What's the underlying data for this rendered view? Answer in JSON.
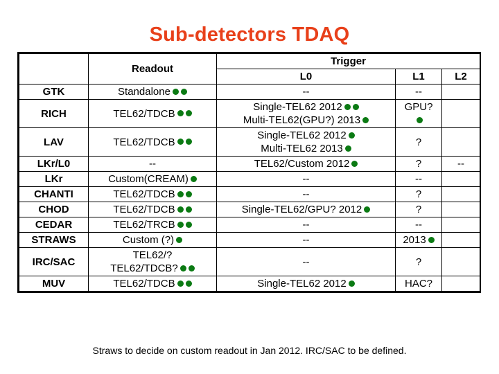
{
  "slide": {
    "title": "Sub-detectors TDAQ",
    "title_color": "#E8401A",
    "caption": "Straws to decide on custom readout in Jan 2012. IRC/SAC to be defined.",
    "dot_color": "#0B7A13"
  },
  "table": {
    "group_headers": {
      "corner": "",
      "readout": "Readout",
      "trigger": "Trigger"
    },
    "sub_headers": {
      "corner": "",
      "readout": "",
      "l0": "L0",
      "l1": "L1",
      "l2": "L2"
    },
    "rows": [
      {
        "name": "GTK",
        "readout": [
          {
            "text": "Standalone",
            "dots": 2
          }
        ],
        "l0": [
          {
            "text": "--",
            "dots": 0
          }
        ],
        "l1": [
          {
            "text": "--",
            "dots": 0
          }
        ],
        "l2": [
          {
            "text": "",
            "dots": 0
          }
        ]
      },
      {
        "name": "RICH",
        "readout": [
          {
            "text": "TEL62/TDCB",
            "dots": 2
          }
        ],
        "l0": [
          {
            "text": "Single-TEL62 2012",
            "dots": 2
          },
          {
            "text": "Multi-TEL62(GPU?) 2013",
            "dots": 1
          }
        ],
        "l1": [
          {
            "text": "GPU?",
            "dots": 0
          },
          {
            "text": "",
            "dots": 1
          }
        ],
        "l2": [
          {
            "text": "",
            "dots": 0
          }
        ]
      },
      {
        "name": "LAV",
        "readout": [
          {
            "text": "TEL62/TDCB",
            "dots": 2
          }
        ],
        "l0": [
          {
            "text": "Single-TEL62 2012",
            "dots": 1
          },
          {
            "text": "Multi-TEL62 2013",
            "dots": 1
          }
        ],
        "l1": [
          {
            "text": "?",
            "dots": 0
          }
        ],
        "l2": [
          {
            "text": "",
            "dots": 0
          }
        ]
      },
      {
        "name": "LKr/L0",
        "readout": [
          {
            "text": "--",
            "dots": 0
          }
        ],
        "l0": [
          {
            "text": "TEL62/Custom 2012",
            "dots": 1
          }
        ],
        "l1": [
          {
            "text": "?",
            "dots": 0
          }
        ],
        "l2": [
          {
            "text": "--",
            "dots": 0
          }
        ]
      },
      {
        "name": "LKr",
        "readout": [
          {
            "text": "Custom(CREAM)",
            "dots": 1
          }
        ],
        "l0": [
          {
            "text": "--",
            "dots": 0
          }
        ],
        "l1": [
          {
            "text": "--",
            "dots": 0
          }
        ],
        "l2": [
          {
            "text": "",
            "dots": 0
          }
        ]
      },
      {
        "name": "CHANTI",
        "readout": [
          {
            "text": "TEL62/TDCB",
            "dots": 2
          }
        ],
        "l0": [
          {
            "text": "--",
            "dots": 0
          }
        ],
        "l1": [
          {
            "text": "?",
            "dots": 0
          }
        ],
        "l2": [
          {
            "text": "",
            "dots": 0
          }
        ]
      },
      {
        "name": "CHOD",
        "readout": [
          {
            "text": "TEL62/TDCB",
            "dots": 2
          }
        ],
        "l0": [
          {
            "text": "Single-TEL62/GPU? 2012",
            "dots": 1
          }
        ],
        "l1": [
          {
            "text": "?",
            "dots": 0
          }
        ],
        "l2": [
          {
            "text": "",
            "dots": 0
          }
        ]
      },
      {
        "name": "CEDAR",
        "readout": [
          {
            "text": "TEL62/TRCB",
            "dots": 2
          }
        ],
        "l0": [
          {
            "text": "--",
            "dots": 0
          }
        ],
        "l1": [
          {
            "text": "--",
            "dots": 0
          }
        ],
        "l2": [
          {
            "text": "",
            "dots": 0
          }
        ]
      },
      {
        "name": "STRAWS",
        "readout": [
          {
            "text": "Custom (?)",
            "dots": 1
          }
        ],
        "l0": [
          {
            "text": "--",
            "dots": 0
          }
        ],
        "l1": [
          {
            "text": "2013",
            "dots": 1
          }
        ],
        "l2": [
          {
            "text": "",
            "dots": 0
          }
        ]
      },
      {
        "name": "IRC/SAC",
        "readout": [
          {
            "text": "TEL62/?",
            "dots": 0
          },
          {
            "text": "TEL62/TDCB?",
            "dots": 2
          }
        ],
        "l0": [
          {
            "text": "--",
            "dots": 0
          }
        ],
        "l1": [
          {
            "text": "?",
            "dots": 0
          }
        ],
        "l2": [
          {
            "text": "",
            "dots": 0
          }
        ]
      },
      {
        "name": "MUV",
        "readout": [
          {
            "text": "TEL62/TDCB",
            "dots": 2
          }
        ],
        "l0": [
          {
            "text": "Single-TEL62 2012",
            "dots": 1
          }
        ],
        "l1": [
          {
            "text": "HAC?",
            "dots": 0
          }
        ],
        "l2": [
          {
            "text": "",
            "dots": 0
          }
        ]
      }
    ]
  }
}
